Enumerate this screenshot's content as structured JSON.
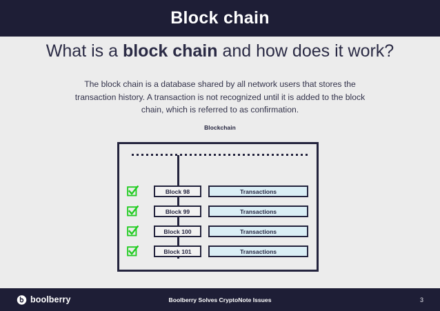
{
  "header": {
    "title": "Block chain"
  },
  "headline": {
    "prefix": "What is a ",
    "emphasis": "block chain",
    "suffix": " and how does it work?"
  },
  "body": {
    "paragraph": "The block chain is a database shared by all network users that stores the transaction history. A transaction is not recognized until it is added to the block chain, which is referred to as confirmation."
  },
  "diagram": {
    "caption": "Blockchain",
    "check_icon": "green-check-icon",
    "rows": [
      {
        "block_label": "Block 98",
        "tx_label": "Transactions",
        "confirmed": true
      },
      {
        "block_label": "Block 99",
        "tx_label": "Transactions",
        "confirmed": true
      },
      {
        "block_label": "Block 100",
        "tx_label": "Transactions",
        "confirmed": true
      },
      {
        "block_label": "Block 101",
        "tx_label": "Transactions",
        "confirmed": true
      }
    ]
  },
  "footer": {
    "logo_icon": "boolberry-logo-icon",
    "brand": "boolberry",
    "center_text": "Boolberry Solves CryptoNote Issues",
    "page_number": "3"
  },
  "colors": {
    "band_navy": "#1e1e36",
    "slide_background": "#ececec",
    "ink": "#23233d",
    "check_green": "#22cc22",
    "tx_fill": "#daeef5",
    "block_fill": "#f2f2f2"
  }
}
